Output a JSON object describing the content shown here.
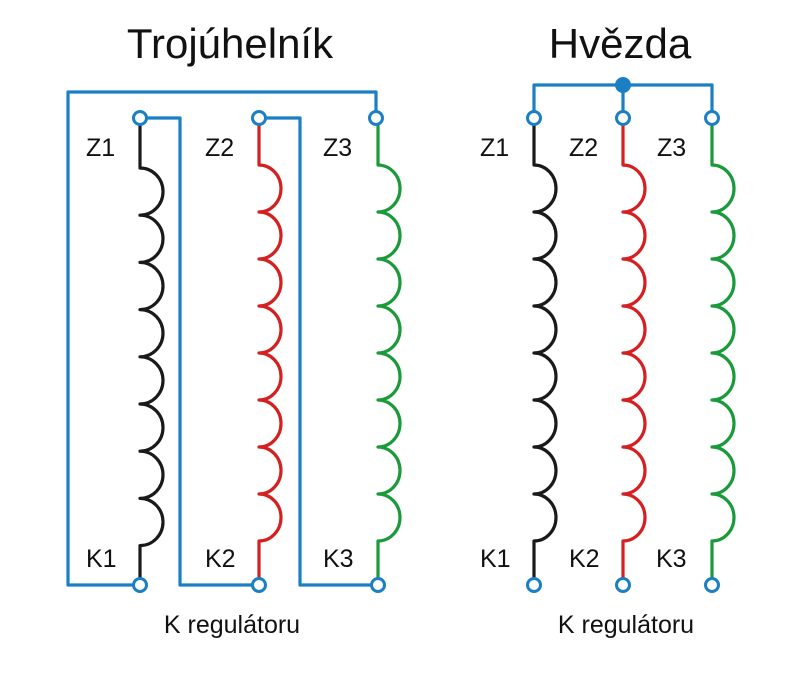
{
  "diagrams": [
    {
      "title": "Trojúhelník",
      "caption": "K regulátoru",
      "windings": [
        {
          "top_label": "Z1",
          "bottom_label": "K1",
          "color": "#1a1a1a"
        },
        {
          "top_label": "Z2",
          "bottom_label": "K2",
          "color": "#d42020"
        },
        {
          "top_label": "Z3",
          "bottom_label": "K3",
          "color": "#1a9a3a"
        }
      ]
    },
    {
      "title": "Hvězda",
      "caption": "K regulátoru",
      "windings": [
        {
          "top_label": "Z1",
          "bottom_label": "K1",
          "color": "#1a1a1a"
        },
        {
          "top_label": "Z2",
          "bottom_label": "K2",
          "color": "#d42020"
        },
        {
          "top_label": "Z3",
          "bottom_label": "K3",
          "color": "#1a9a3a"
        }
      ]
    }
  ],
  "colors": {
    "wire": "#1b7fc4",
    "terminal_stroke": "#1b7fc4"
  }
}
